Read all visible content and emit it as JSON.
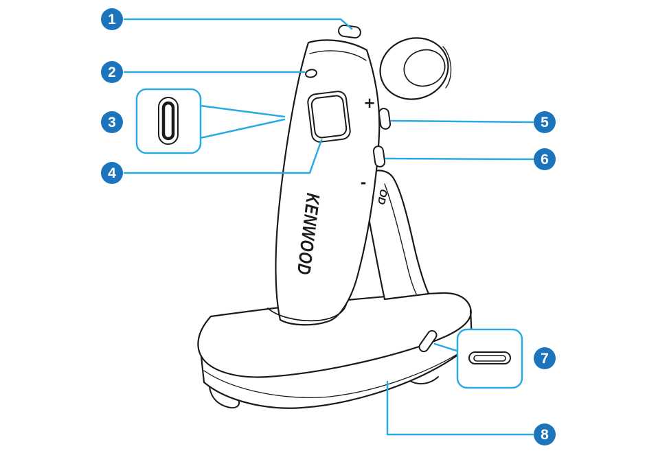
{
  "figure": {
    "colors": {
      "callout_fill": "#1c75bc",
      "callout_text": "#ffffff",
      "leader": "#29abe2",
      "line_art": "#1a1a1a"
    },
    "device": {
      "brand_text": "KENWOOD",
      "cradle_text": "OD",
      "volume_up_label": "+",
      "volume_down_label": "-"
    },
    "callouts": [
      {
        "number": "1"
      },
      {
        "number": "2"
      },
      {
        "number": "3"
      },
      {
        "number": "4"
      },
      {
        "number": "5"
      },
      {
        "number": "6"
      },
      {
        "number": "7"
      },
      {
        "number": "8"
      }
    ]
  }
}
